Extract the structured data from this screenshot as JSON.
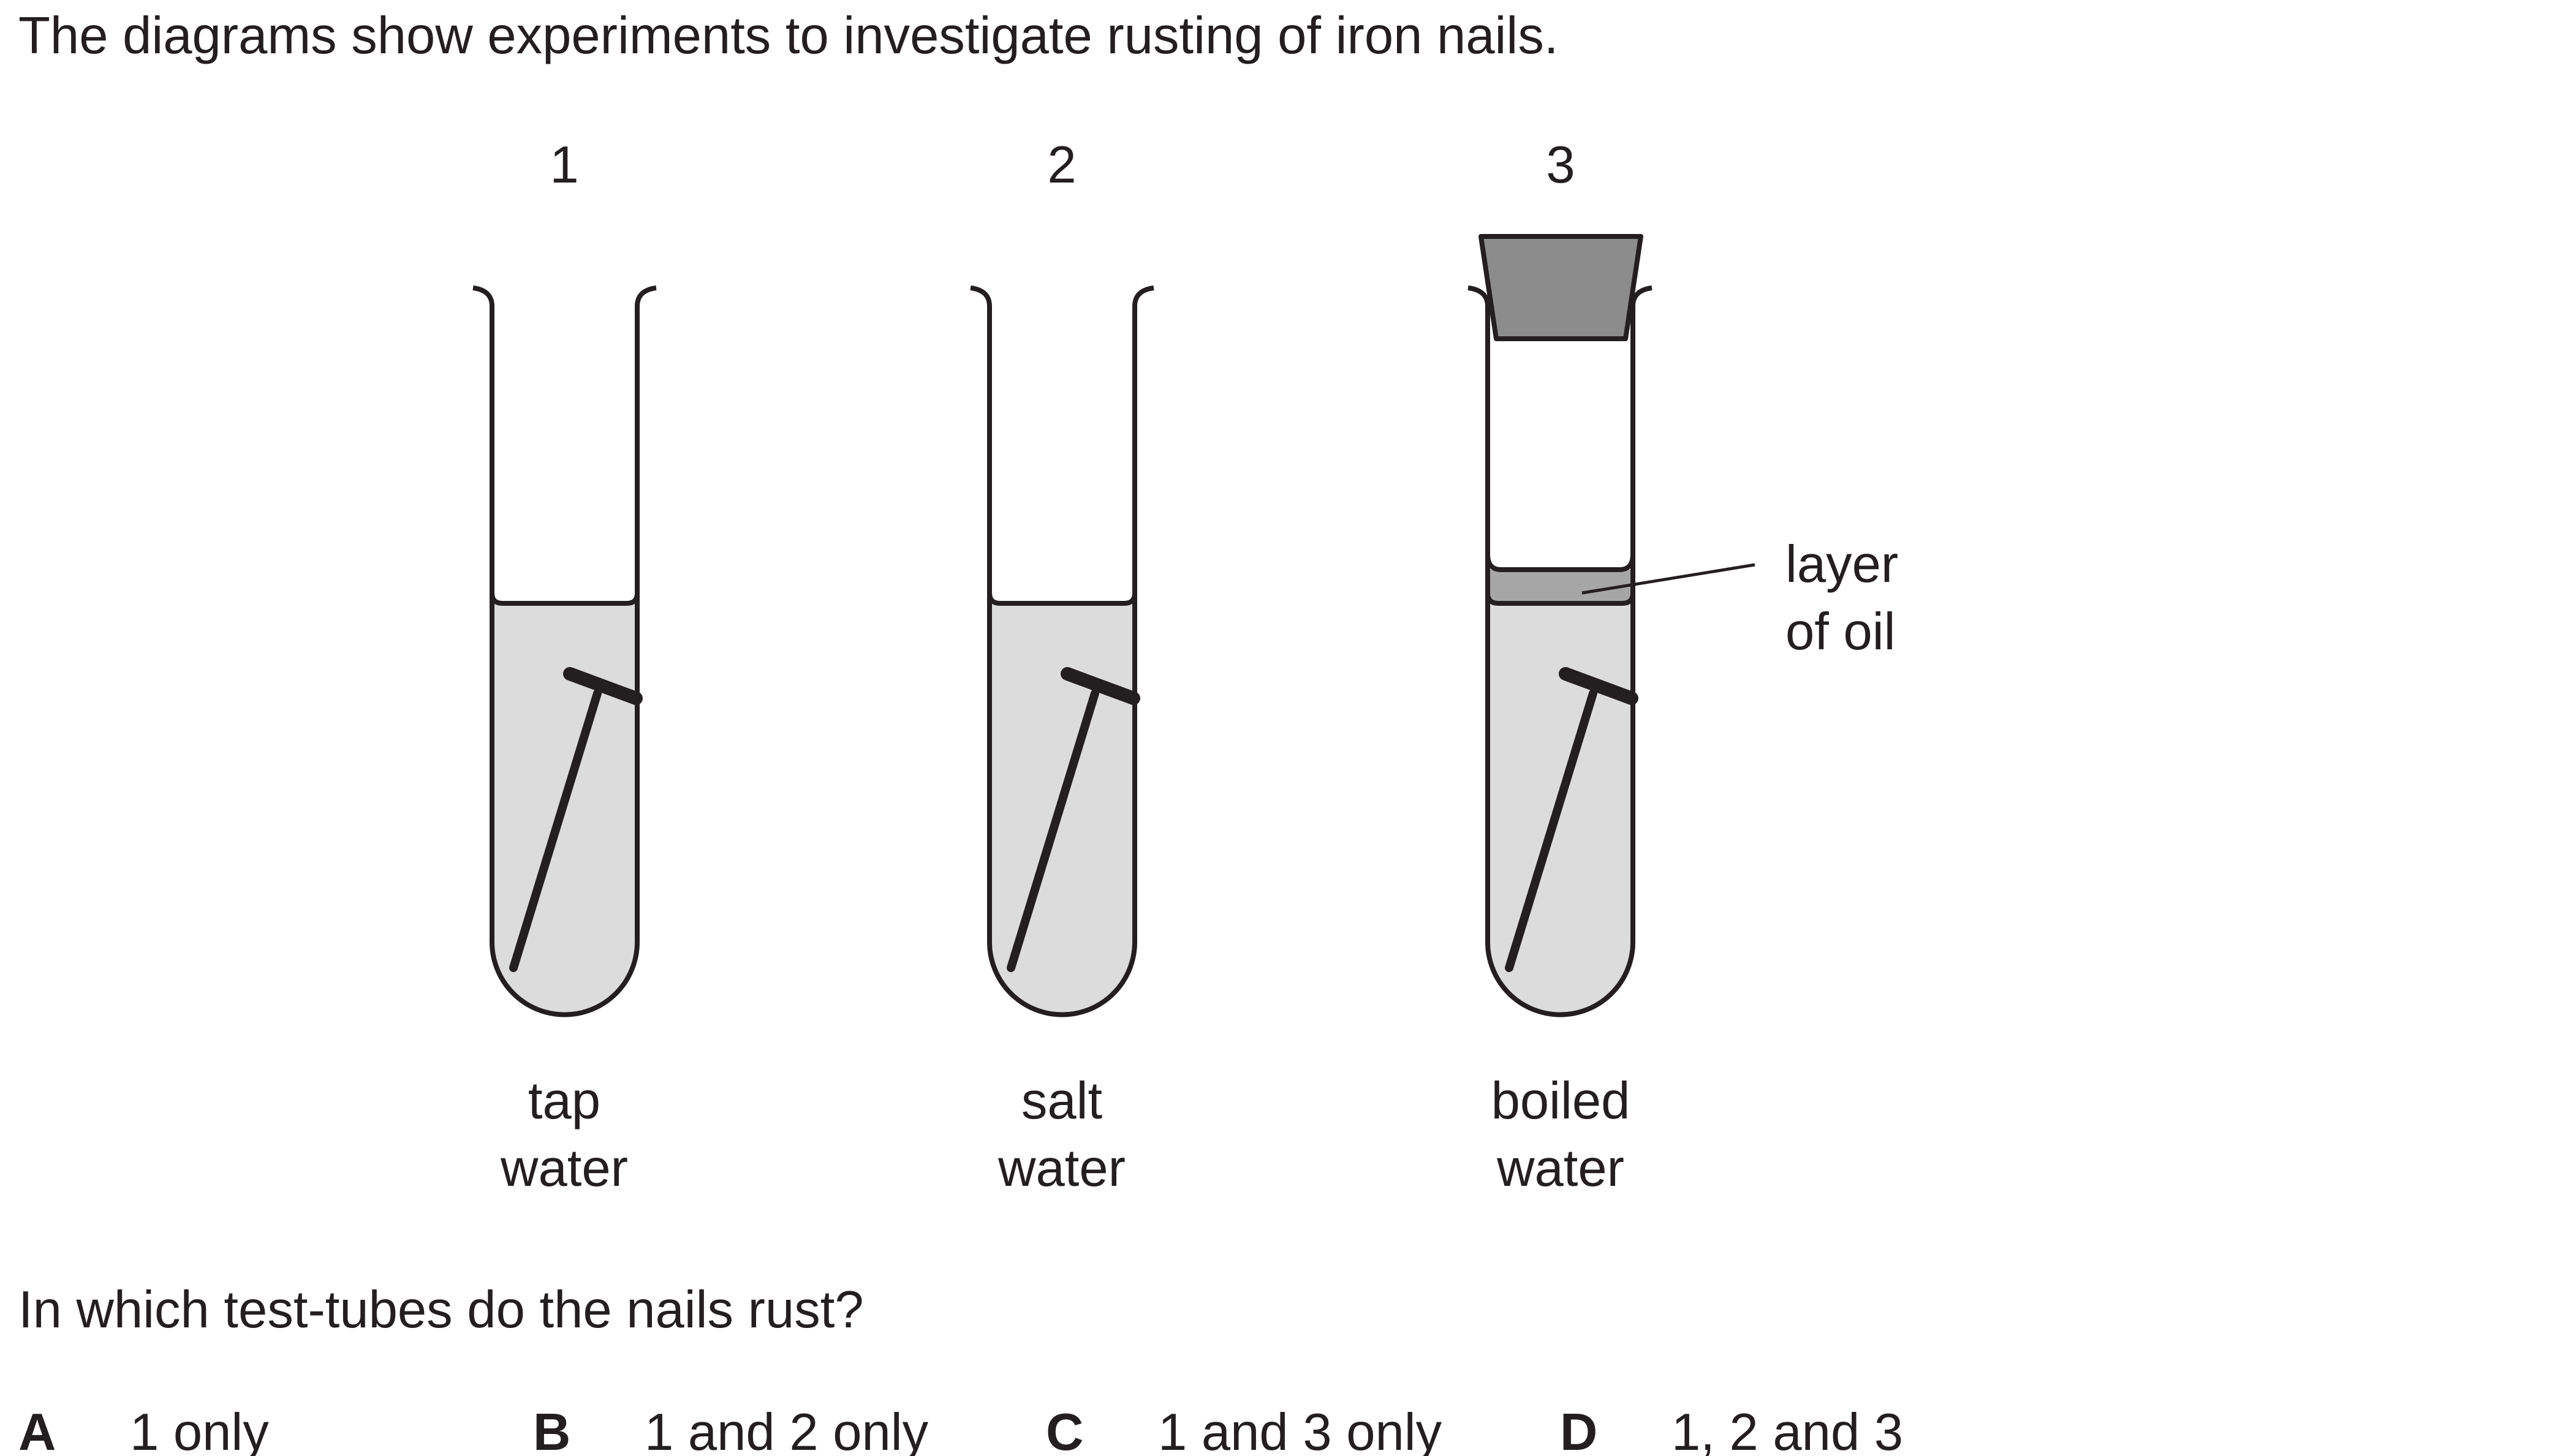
{
  "question": {
    "intro": "The diagrams show experiments to investigate rusting of iron nails.",
    "prompt": "In which test-tubes do the nails rust?"
  },
  "tubes": [
    {
      "number": "1",
      "label_line1": "tap",
      "label_line2": "water"
    },
    {
      "number": "2",
      "label_line1": "salt",
      "label_line2": "water"
    },
    {
      "number": "3",
      "label_line1": "boiled",
      "label_line2": "water"
    }
  ],
  "oil_label": {
    "line1": "layer",
    "line2": "of oil"
  },
  "options": [
    {
      "letter": "A",
      "text": "1 only"
    },
    {
      "letter": "B",
      "text": "1 and 2 only"
    },
    {
      "letter": "C",
      "text": "1 and 3 only"
    },
    {
      "letter": "D",
      "text": "1, 2 and 3"
    }
  ],
  "colors": {
    "ink": "#231f20",
    "liquid": "#dcdcdc",
    "oil": "#a6a6a6",
    "stopper": "#8c8c8c"
  }
}
